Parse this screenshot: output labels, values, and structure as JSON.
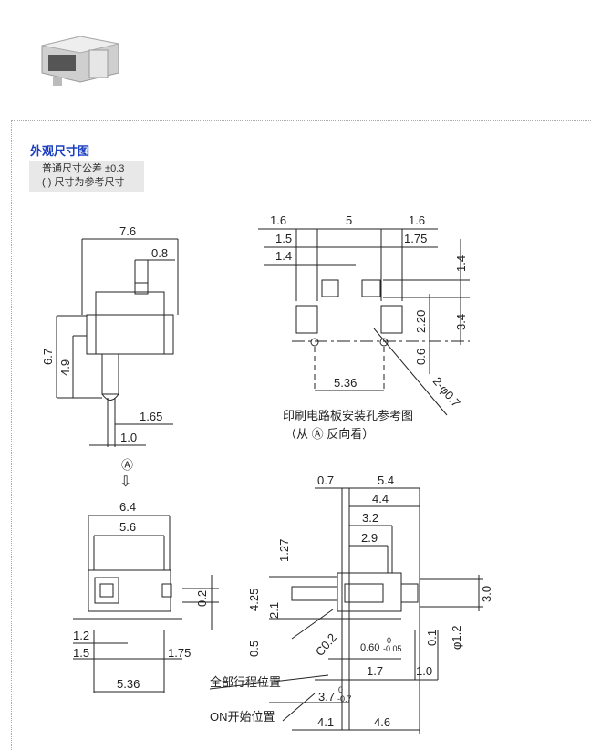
{
  "section_title": "外观尺寸图",
  "notes": [
    "普通尺寸公差 ±0.3",
    "( ) 尺寸为参考尺寸"
  ],
  "front_view": {
    "width": "7.6",
    "stem": "0.8",
    "height": "6.7",
    "body_height": "4.9",
    "offset": "1.65",
    "lead": "1.0"
  },
  "view_marker": "Ⓐ",
  "view_arrow": "⇩",
  "pcb_view": {
    "d1": "1.6",
    "d2": "5",
    "d3": "1.6",
    "d4": "1.5",
    "d5": "1.75",
    "d6": "1.4",
    "v1": "1.4",
    "v2": "2.20",
    "v3": "3.4",
    "v4": "0.6",
    "pitch": "5.36",
    "holes": "2-φ0.7",
    "caption1": "印刷电路板安装孔参考图",
    "caption2": "（从 Ⓐ 反向看）"
  },
  "bottom_view": {
    "w1": "6.4",
    "w2": "5.6",
    "h": "0.2",
    "a": "1.2",
    "b": "1.5",
    "c": "1.75",
    "pitch": "5.36"
  },
  "side_view": {
    "d07": "0.7",
    "d54": "5.4",
    "d44": "4.4",
    "d32": "3.2",
    "d29": "2.9",
    "d127": "1.27",
    "d425": "4.25",
    "d21": "2.1",
    "d05": "0.5",
    "c02": "C0.2",
    "d060": "0.60",
    "tol060_up": "0",
    "tol060_dn": "-0.05",
    "d17": "1.7",
    "d10": "1.0",
    "d30": "3.0",
    "d01": "0.1",
    "phi12": "φ1.2",
    "d37": "3.7",
    "tol37_up": "0",
    "tol37_dn": "-0.7",
    "d41": "4.1",
    "d46": "4.6",
    "label_full": "全部行程位置",
    "label_on": "ON开始位置"
  }
}
